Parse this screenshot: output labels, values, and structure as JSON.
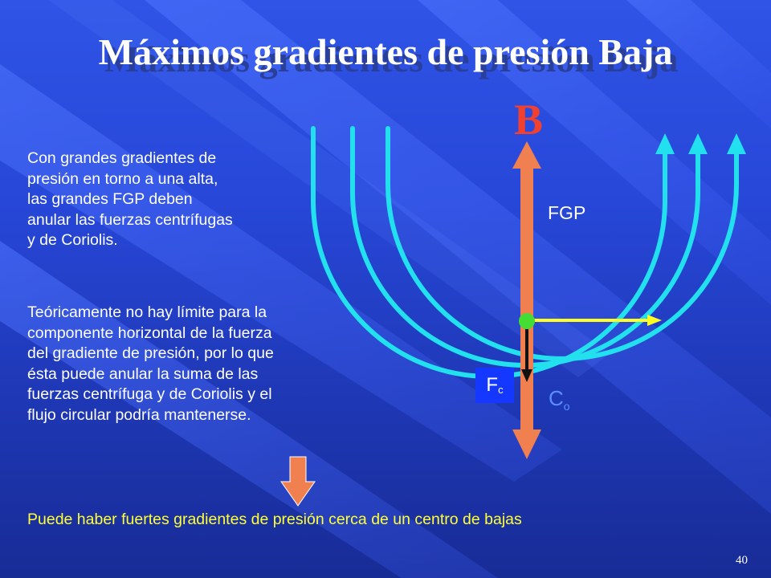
{
  "slide": {
    "title": "Máximos gradientes de presión Baja",
    "paragraph1_lines": [
      "Con grandes gradientes de",
      "presión en torno a una alta,",
      "las grandes FGP deben",
      "anular las fuerzas centrífugas",
      "y de Coriolis."
    ],
    "paragraph2_lines": [
      "Teóricamente no hay límite para la",
      "componente horizontal de la fuerza",
      "del gradiente de presión, por lo que",
      "ésta puede anular la suma de las",
      "fuerzas centrífuga y de Coriolis y el",
      "flujo circular podría mantenerse."
    ],
    "bottom_caption": "Puede haber fuertes gradientes de presión cerca de un centro de bajas",
    "slide_number": "40"
  },
  "diagram": {
    "center_label": "B",
    "fgp_label": "FGP",
    "fc_label": "F",
    "fc_sub": "c",
    "co_label": "C",
    "co_sub": "o",
    "colors": {
      "isobar": "#22e0ee",
      "pressure_force": "#f08050",
      "velocity": "#ffff22",
      "parcel": "#44dd33",
      "center_label": "#f04030",
      "fc_box": "#1438ff",
      "caption": "#ffff33"
    }
  }
}
